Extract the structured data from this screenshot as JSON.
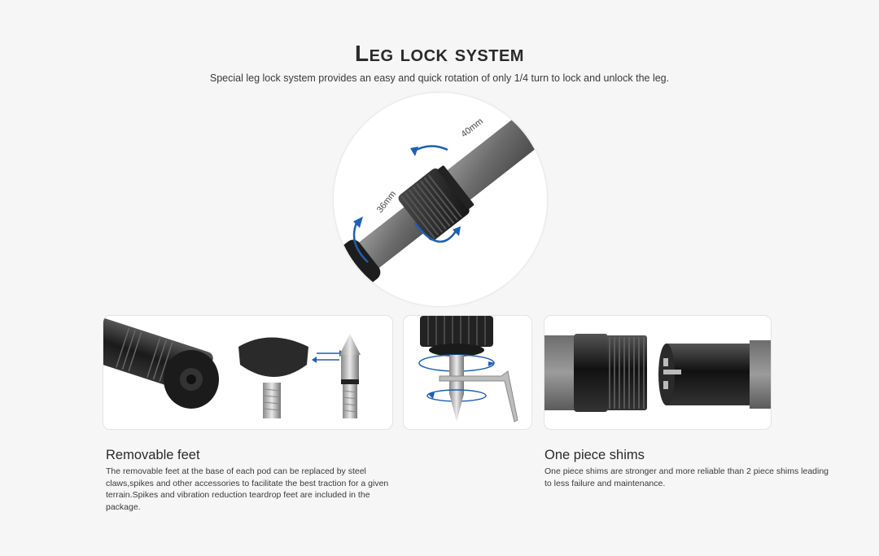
{
  "header": {
    "title": "Leg lock system",
    "subtitle": "Special leg lock system provides an easy and quick rotation of only 1/4 turn to  lock and unlock the leg."
  },
  "hero": {
    "label_top": "40mm",
    "label_bottom": "36mm",
    "accent_color": "#1e5fb4"
  },
  "features": [
    {
      "title": "Removable feet",
      "body": "The removable feet at the base of each pod can be replaced by steel claws,spikes and other accessories to facilitate the best traction for a given terrain.Spikes and vibration reduction teardrop feet are included in the package."
    },
    {
      "title": "One piece shims",
      "body": "One piece shims are stronger and more reliable than 2 piece shims leading to less failure and maintenance."
    }
  ]
}
